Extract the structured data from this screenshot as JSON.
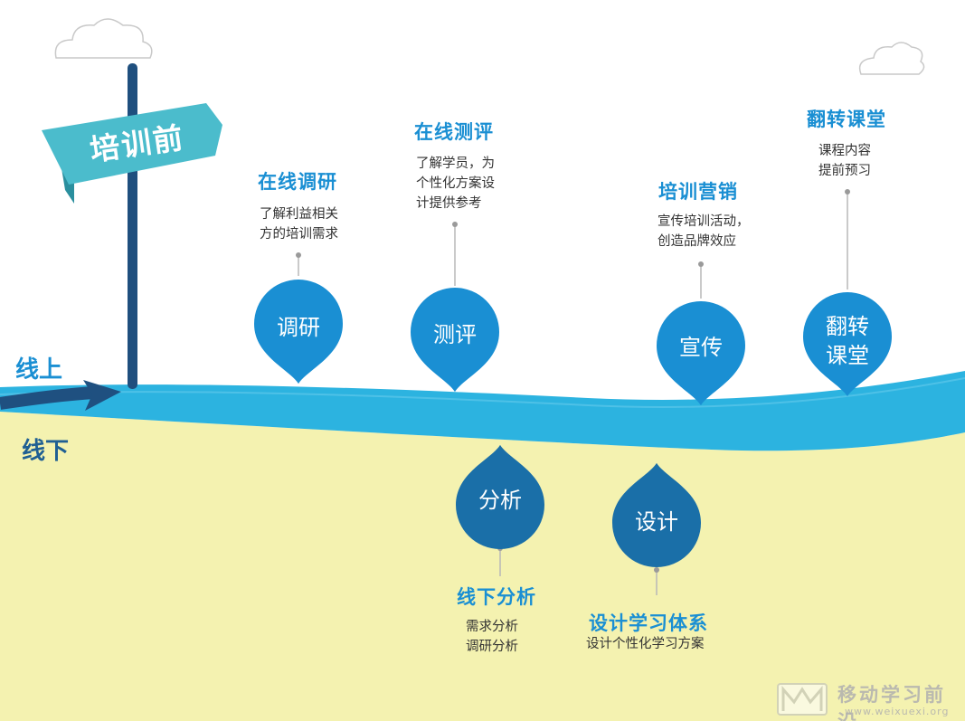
{
  "colors": {
    "water": "#2cb3e0",
    "sand": "#f4f2b0",
    "online_drop": "#1a8fd3",
    "offline_drop": "#1a6fa8",
    "title": "#1a8fd3",
    "flag": "#4bbccc",
    "pole": "#1f4f7e"
  },
  "flag": {
    "label": "培训前"
  },
  "sides": {
    "online": "线上",
    "offline": "线下"
  },
  "online_steps": [
    {
      "drop": "调研",
      "title": "在线调研",
      "desc": [
        "了解利益相关",
        "方的培训需求"
      ]
    },
    {
      "drop": "测评",
      "title": "在线测评",
      "desc": [
        "了解学员，为",
        "个性化方案设",
        "计提供参考"
      ]
    },
    {
      "drop": "宣传",
      "title": "培训营销",
      "desc": [
        "宣传培训活动，",
        "创造品牌效应"
      ]
    },
    {
      "drop": [
        "翻转",
        "课堂"
      ],
      "title": "翻转课堂",
      "desc": [
        "课程内容",
        "提前预习"
      ]
    }
  ],
  "offline_steps": [
    {
      "drop": "分析",
      "title": "线下分析",
      "desc": [
        "需求分析",
        "调研分析"
      ]
    },
    {
      "drop": "设计",
      "title": "设计学习体系",
      "desc": [
        "设计个性化学习方案"
      ]
    }
  ],
  "watermark": {
    "name": "移动学习前沿",
    "url": "www.weixuexi.org"
  }
}
